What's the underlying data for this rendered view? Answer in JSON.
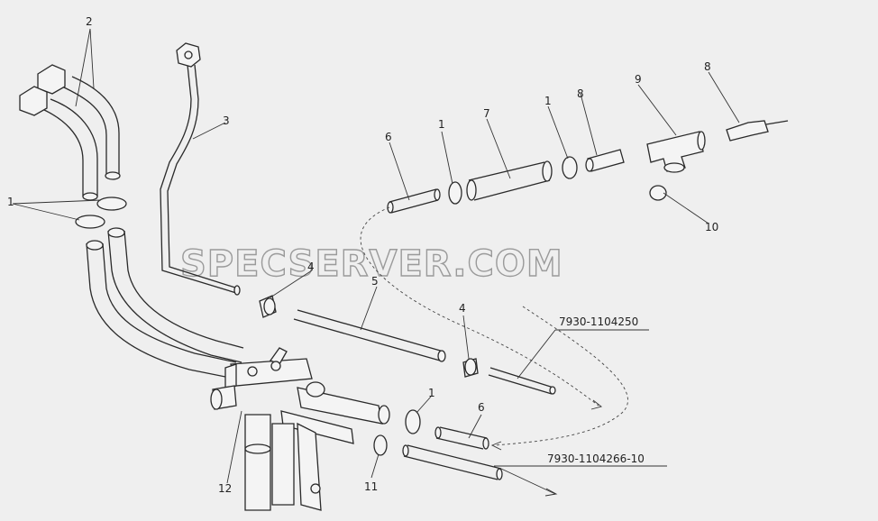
{
  "watermark": "SPECSERVER.COM",
  "callouts": {
    "c1a": "1",
    "c1b": "1",
    "c1c": "1",
    "c1d": "1",
    "c2": "2",
    "c3": "3",
    "c4a": "4",
    "c4b": "4",
    "c5": "5",
    "c6a": "6",
    "c6b": "6",
    "c7": "7",
    "c8a": "8",
    "c8b": "8",
    "c9": "9",
    "c10": "10",
    "c11": "11",
    "c12": "12"
  },
  "part_codes": {
    "upper": "7930-1104250",
    "lower": "7930-1104266-10"
  }
}
